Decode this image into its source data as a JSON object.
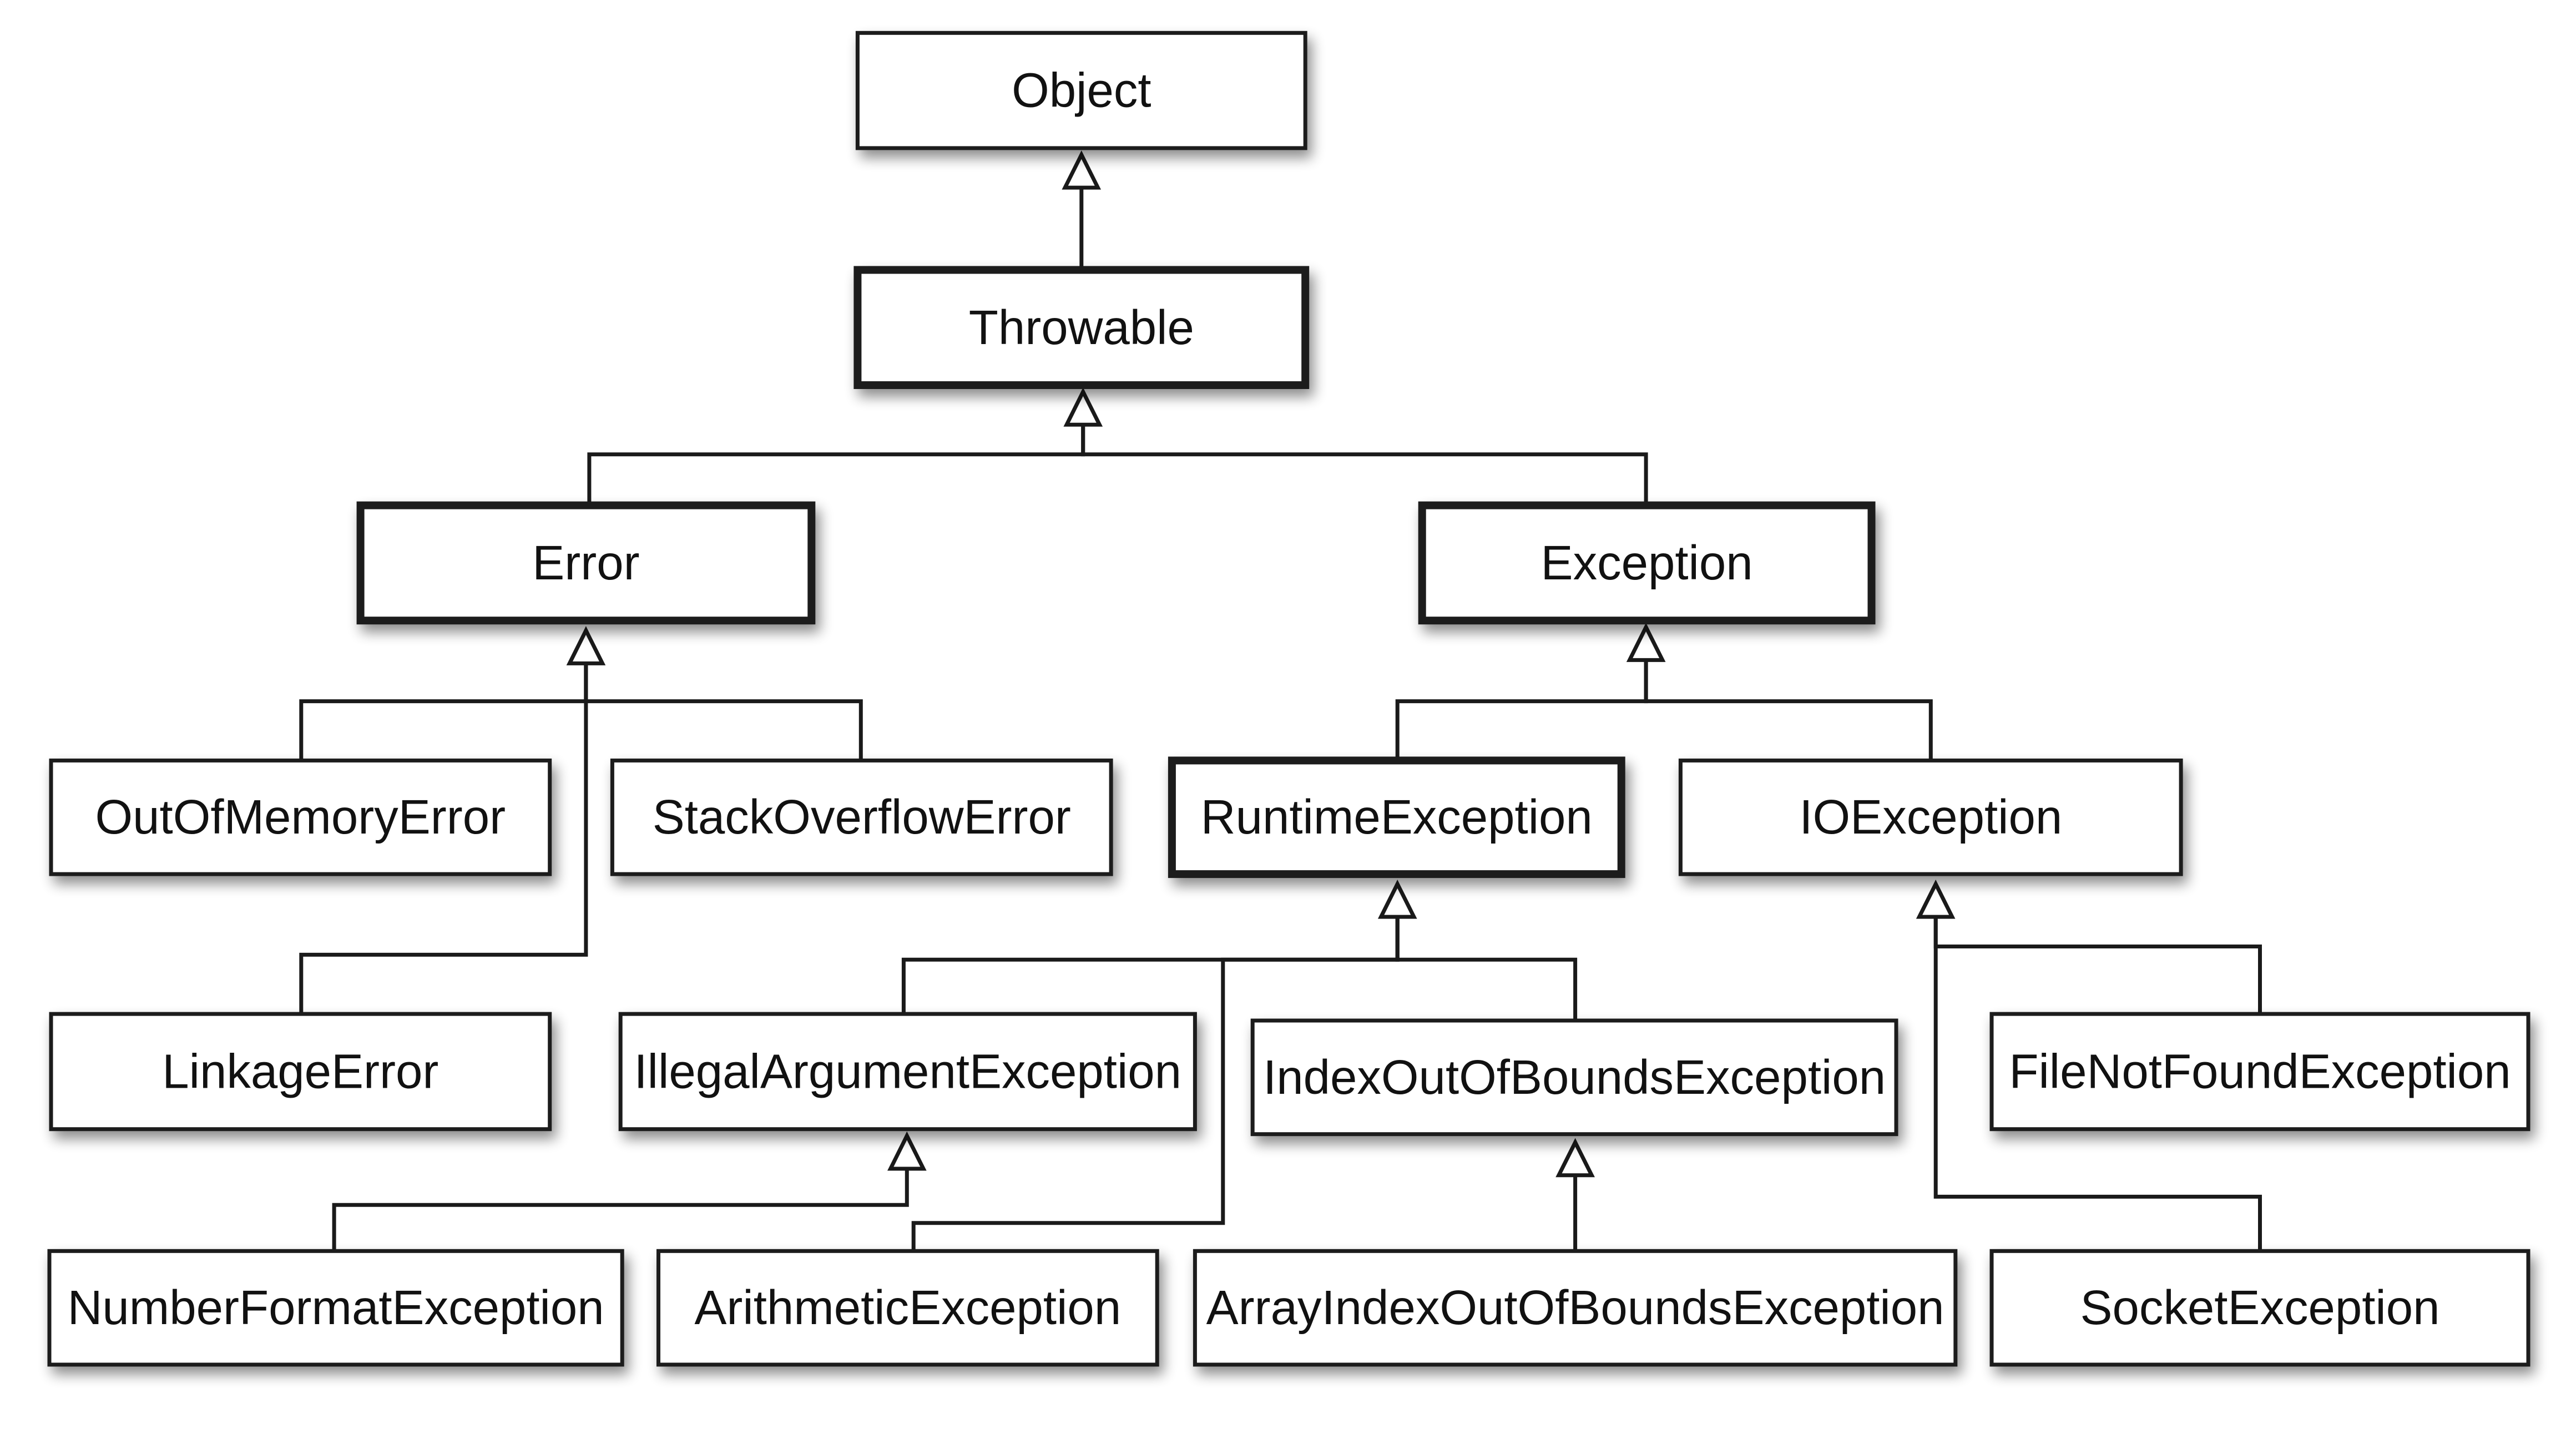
{
  "diagram": {
    "nodes": [
      {
        "id": "object",
        "label": "Object",
        "emphasis": false
      },
      {
        "id": "throwable",
        "label": "Throwable",
        "emphasis": true
      },
      {
        "id": "error",
        "label": "Error",
        "emphasis": true
      },
      {
        "id": "exception",
        "label": "Exception",
        "emphasis": true
      },
      {
        "id": "out-of-memory-error",
        "label": "OutOfMemoryError",
        "emphasis": false
      },
      {
        "id": "stack-overflow-error",
        "label": "StackOverflowError",
        "emphasis": false
      },
      {
        "id": "runtime-exception",
        "label": "RuntimeException",
        "emphasis": true
      },
      {
        "id": "io-exception",
        "label": "IOException",
        "emphasis": false
      },
      {
        "id": "linkage-error",
        "label": "LinkageError",
        "emphasis": false
      },
      {
        "id": "illegal-argument-exception",
        "label": "IllegalArgumentException",
        "emphasis": false
      },
      {
        "id": "index-out-of-bounds-exception",
        "label": "IndexOutOfBoundsException",
        "emphasis": false
      },
      {
        "id": "file-not-found-exception",
        "label": "FileNotFoundException",
        "emphasis": false
      },
      {
        "id": "number-format-exception",
        "label": "NumberFormatException",
        "emphasis": false
      },
      {
        "id": "arithmetic-exception",
        "label": "ArithmeticException",
        "emphasis": false
      },
      {
        "id": "array-index-out-of-bounds-exception",
        "label": "ArrayIndexOutOfBoundsException",
        "emphasis": false
      },
      {
        "id": "socket-exception",
        "label": "SocketException",
        "emphasis": false
      }
    ],
    "edges": [
      {
        "child": "throwable",
        "parent": "object"
      },
      {
        "child": "error",
        "parent": "throwable"
      },
      {
        "child": "exception",
        "parent": "throwable"
      },
      {
        "child": "out-of-memory-error",
        "parent": "error"
      },
      {
        "child": "stack-overflow-error",
        "parent": "error"
      },
      {
        "child": "linkage-error",
        "parent": "error"
      },
      {
        "child": "runtime-exception",
        "parent": "exception"
      },
      {
        "child": "io-exception",
        "parent": "exception"
      },
      {
        "child": "illegal-argument-exception",
        "parent": "runtime-exception"
      },
      {
        "child": "index-out-of-bounds-exception",
        "parent": "runtime-exception"
      },
      {
        "child": "arithmetic-exception",
        "parent": "runtime-exception"
      },
      {
        "child": "number-format-exception",
        "parent": "illegal-argument-exception"
      },
      {
        "child": "array-index-out-of-bounds-exception",
        "parent": "index-out-of-bounds-exception"
      },
      {
        "child": "file-not-found-exception",
        "parent": "io-exception"
      },
      {
        "child": "socket-exception",
        "parent": "io-exception"
      }
    ],
    "relationship": "generalization",
    "colors": {
      "stroke": "#1a1a1a",
      "box_fill": "#ffffff",
      "text": "#111111",
      "shadow": "#000000"
    }
  }
}
